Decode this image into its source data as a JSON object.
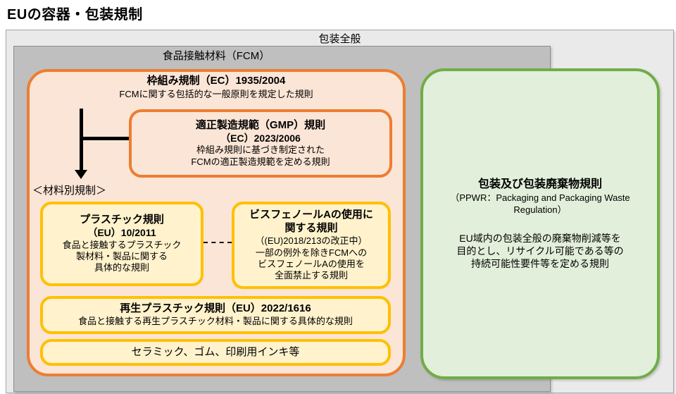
{
  "page": {
    "title": "EUの容器・包装規制"
  },
  "colors": {
    "orange_border": "#ED7D31",
    "orange_fill": "#FBE5D6",
    "yellow_border": "#FFC000",
    "yellow_fill": "#FFF2CC",
    "green_border": "#70AD47",
    "green_fill": "#E2EFDA",
    "fcm_fill": "#BFBFBF",
    "outer_fill": "#EAEAEA",
    "line_black": "#000000"
  },
  "outer_box": {
    "label": "包装全般"
  },
  "fcm_box": {
    "label": "食品接触材料（FCM）"
  },
  "framework_box": {
    "title": "枠組み規制（EC）1935/2004",
    "desc": "FCMに関する包括的な一般原則を規定した規則"
  },
  "gmp_box": {
    "title": "適正製造規範（GMP）規則",
    "subtitle": "（EC）2023/2006",
    "desc1": "枠組み規則に基づき制定された",
    "desc2": "FCMの適正製造規範を定める規則"
  },
  "material_label": "＜材料別規制＞",
  "plastic_box": {
    "title": "プラスチック規則",
    "subtitle": "（EU）10/2011",
    "desc": [
      "食品と接触するプラスチック",
      "製材料・製品に関する",
      "具体的な規則"
    ]
  },
  "bisphenol_box": {
    "title1": "ビスフェノールAの使用に",
    "title2": "関する規則",
    "desc": [
      "（(EU)2018/213の改正中）",
      "一部の例外を除きFCMへの",
      "ビスフェノールAの使用を",
      "全面禁止する規則"
    ]
  },
  "recycled_box": {
    "title": "再生プラスチック規則（EU）2022/1616",
    "desc": "食品と接触する再生プラスチック材料・製品に関する具体的な規則"
  },
  "ceramic_box": {
    "label": "セラミック、ゴム、印刷用インキ等"
  },
  "ppwr_box": {
    "title": "包装及び包装廃棄物規則",
    "subtitle1": "（PPWR：Packaging and Packaging Waste",
    "subtitle2": "Regulation）",
    "desc": [
      "EU域内の包装全般の廃棄物削減等を",
      "目的とし、リサイクル可能である等の",
      "持続可能性要件等を定める規則"
    ]
  }
}
